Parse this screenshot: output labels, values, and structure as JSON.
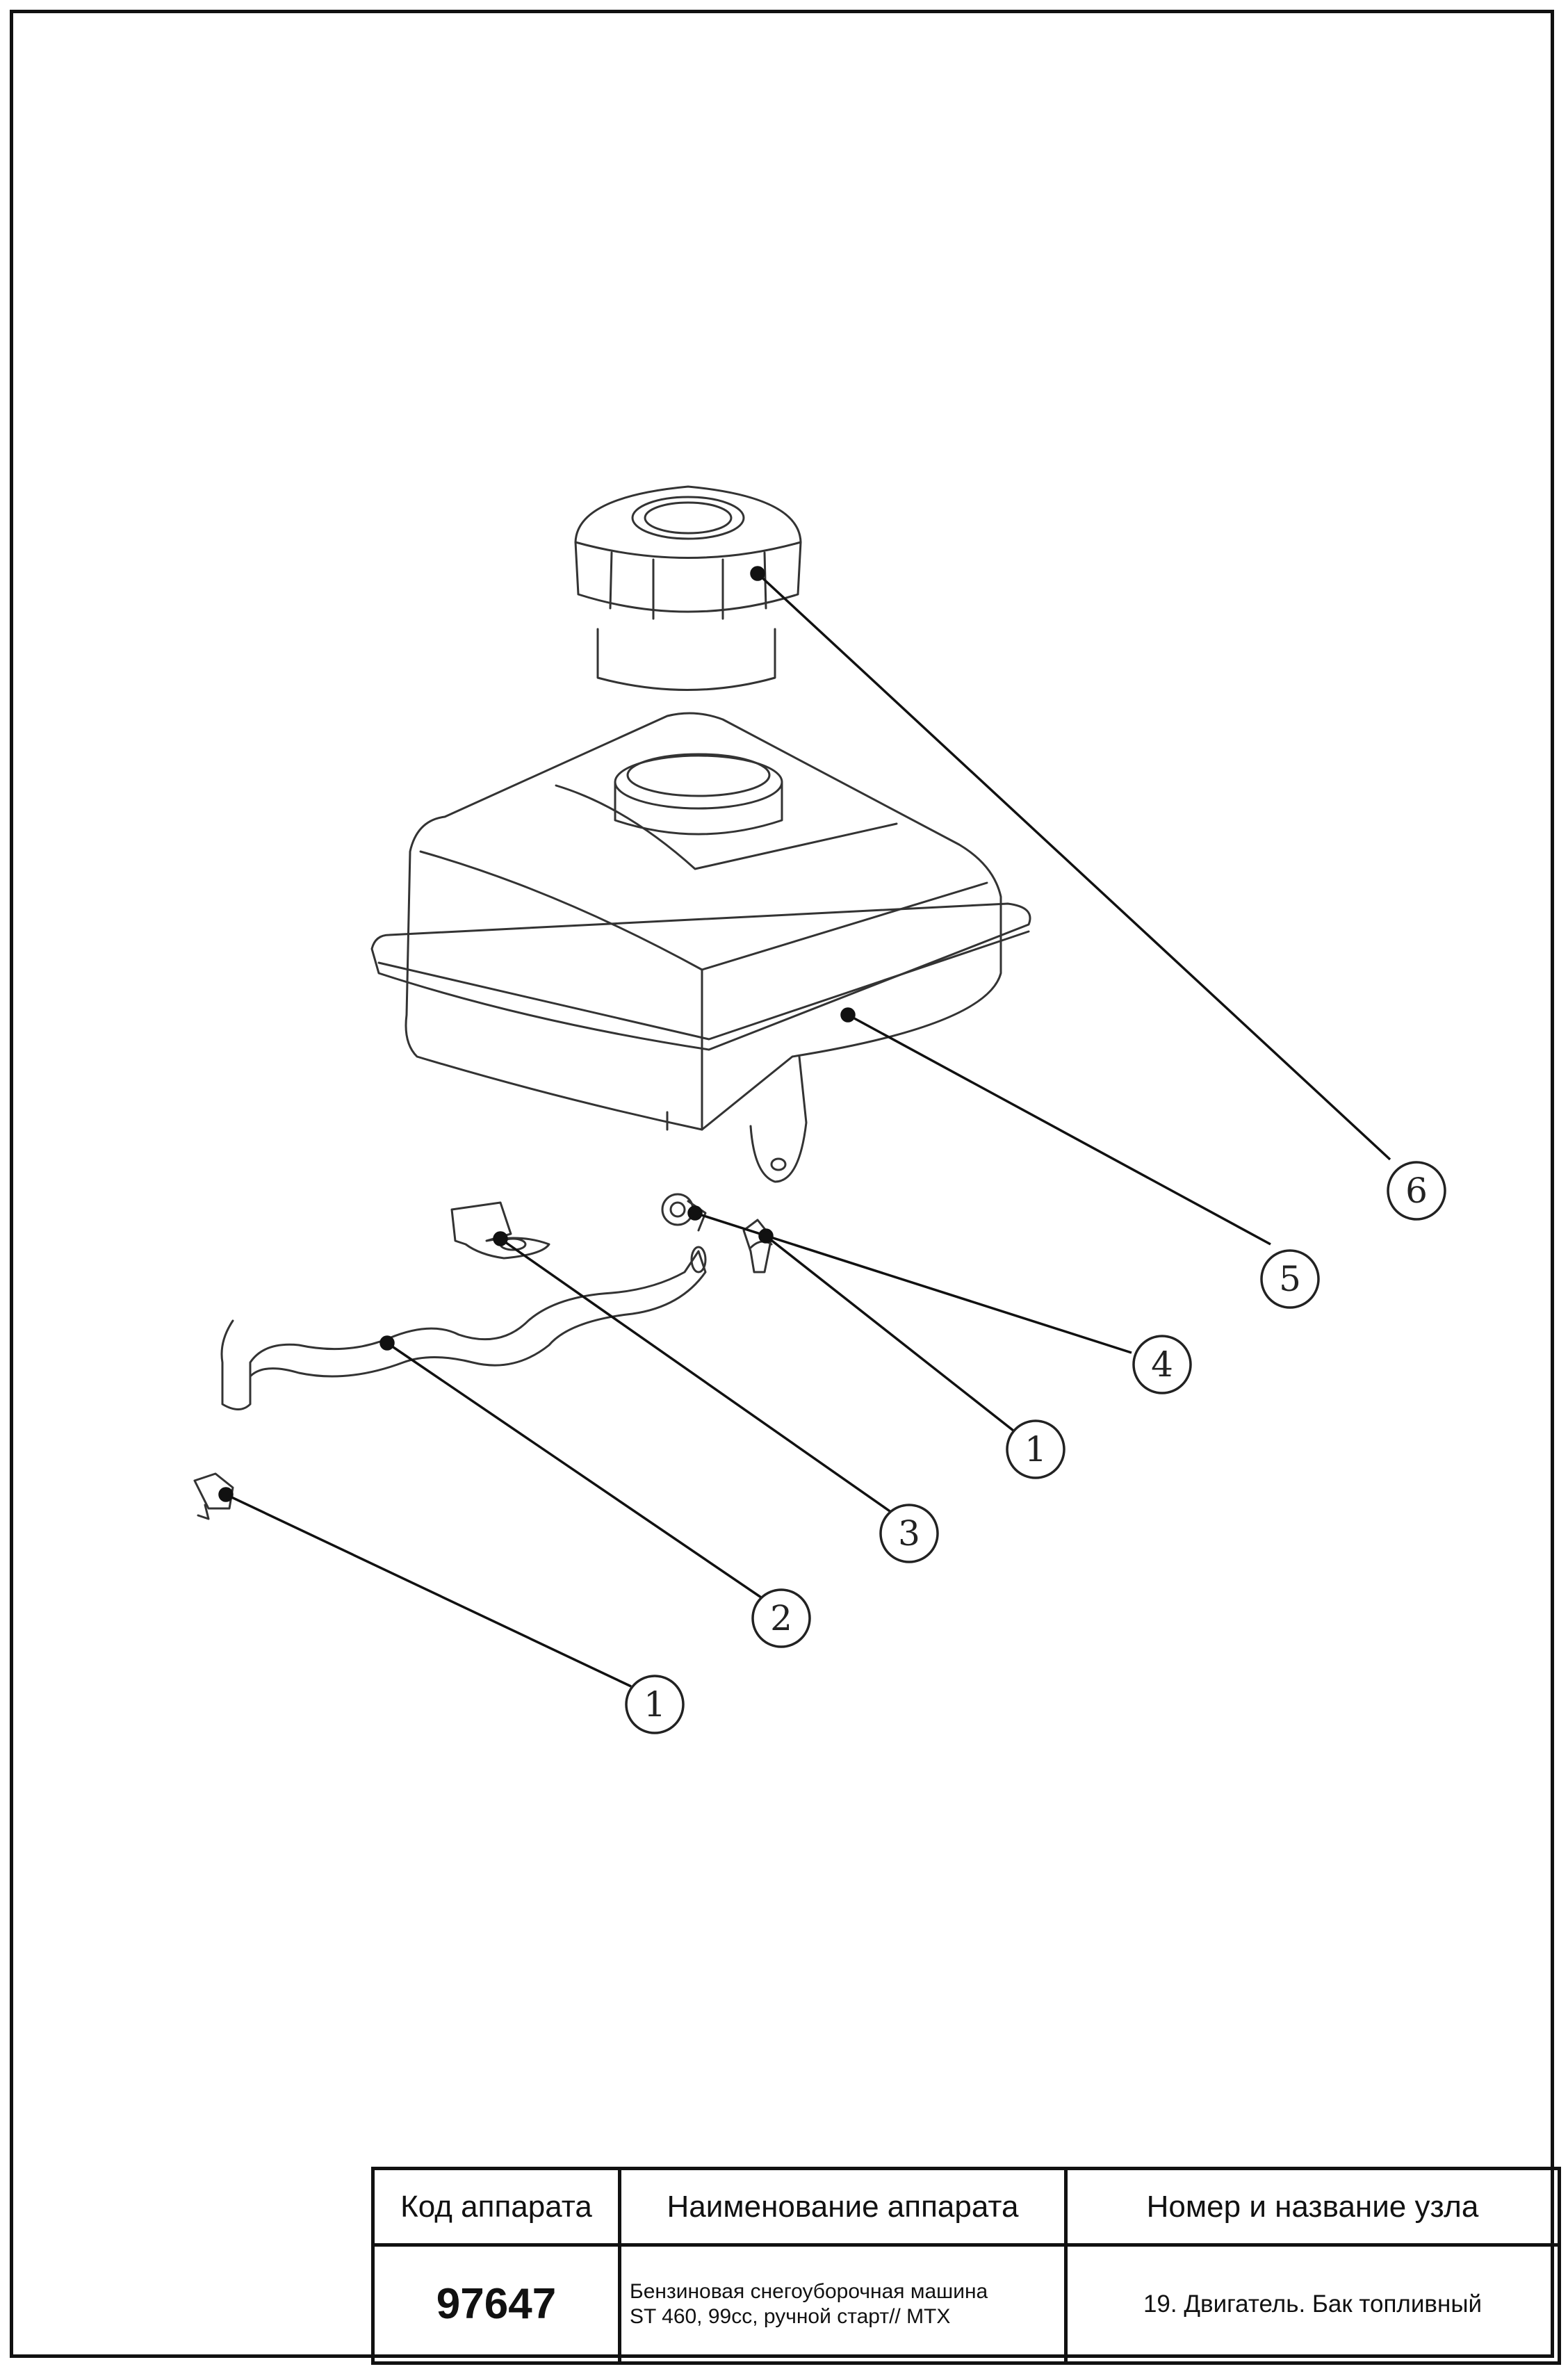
{
  "callouts": [
    {
      "label": "6"
    },
    {
      "label": "5"
    },
    {
      "label": "4"
    },
    {
      "label": "1"
    },
    {
      "label": "3"
    },
    {
      "label": "2"
    },
    {
      "label": "1"
    }
  ],
  "title_block": {
    "headers": {
      "code": "Код аппарата",
      "name": "Наименование аппарата",
      "node": "Номер и название узла"
    },
    "values": {
      "code": "97647",
      "name_line1": "Бензиновая снегоуборочная машина",
      "name_line2": "ST 460, 99сс, ручной старт// MTX",
      "node": "19. Двигатель. Бак топливный"
    }
  }
}
